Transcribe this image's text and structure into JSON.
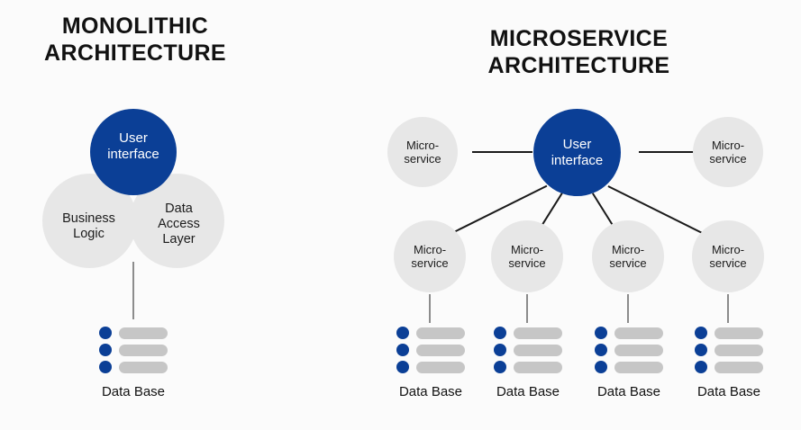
{
  "page": {
    "background": "#fbfbfb",
    "colors": {
      "brand_blue": "#0b3f96",
      "circle_gray": "#e7e7e7",
      "bar_gray": "#c6c6c6",
      "line_dark": "#1a1a1a",
      "line_gray": "#8c8c8c",
      "text_dark": "#111111",
      "text_light": "#ffffff"
    }
  },
  "monolithic": {
    "title": "MONOLITHIC\nARCHITECTURE",
    "title_line1": "MONOLITHIC",
    "title_line2": "ARCHITECTURE",
    "user_interface": "User\ninterface",
    "business_logic": "Business\nLogic",
    "data_access_layer": "Data\nAccess\nLayer",
    "database_label": "Data Base"
  },
  "microservice": {
    "title": "MICROSERVICE\nARCHITECTURE",
    "title_line1": "MICROSERVICE",
    "title_line2": "ARCHITECTURE",
    "user_interface": "User\ninterface",
    "services": [
      {
        "label": "Micro-\nservice",
        "position": "left"
      },
      {
        "label": "Micro-\nservice",
        "position": "right"
      },
      {
        "label": "Micro-\nservice",
        "position": "bottom-1"
      },
      {
        "label": "Micro-\nservice",
        "position": "bottom-2"
      },
      {
        "label": "Micro-\nservice",
        "position": "bottom-3"
      },
      {
        "label": "Micro-\nservice",
        "position": "bottom-4"
      }
    ],
    "databases": [
      {
        "label": "Data Base"
      },
      {
        "label": "Data Base"
      },
      {
        "label": "Data Base"
      },
      {
        "label": "Data Base"
      }
    ]
  }
}
